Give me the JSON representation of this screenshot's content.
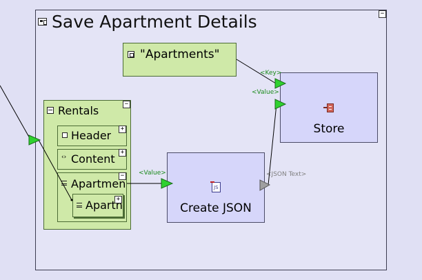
{
  "frame": {
    "title": "Save Apartment Details",
    "collapse": "−"
  },
  "apartments_const": {
    "label": "\"Apartments\""
  },
  "rentals": {
    "label": "Rentals",
    "collapse": "−",
    "children": [
      {
        "label": "Header",
        "toggle": "+"
      },
      {
        "label": "Content",
        "toggle": "+"
      },
      {
        "label": "Apartmen",
        "toggle": "−"
      },
      {
        "label": "Apartn",
        "toggle": "+"
      }
    ]
  },
  "create_json": {
    "label": "Create JSON",
    "in_port": "<Value>",
    "out_port": "<JSON Text>"
  },
  "store": {
    "label": "Store",
    "key_port": "<Key>",
    "value_port": "<Value>"
  },
  "colors": {
    "green_box": "#cfe9a8",
    "blue_box": "#d6d6fa",
    "port_green": "#2fd12f",
    "port_gray": "#a0a0a0",
    "background": "#e0e0f4"
  }
}
